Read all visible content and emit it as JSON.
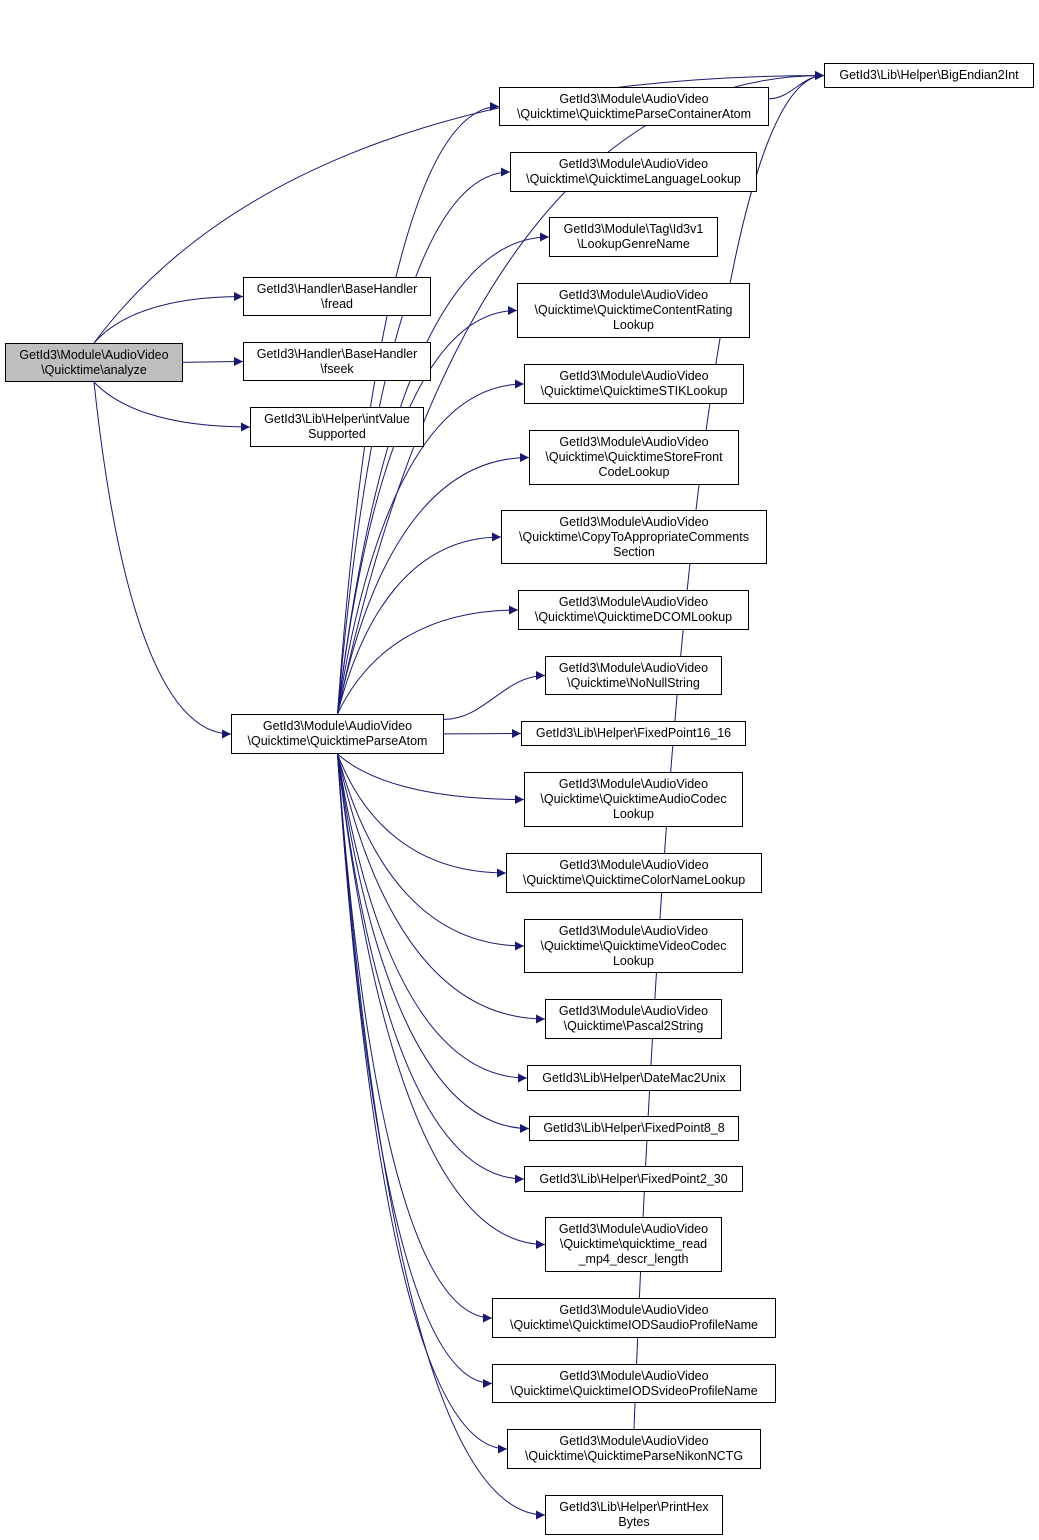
{
  "colors": {
    "edge": "#191970",
    "root_fill": "#bfbfbf",
    "node_fill": "#ffffff",
    "border": "#000000"
  },
  "nodes": {
    "analyze": [
      "GetId3\\Module\\AudioVideo",
      "\\Quicktime\\analyze"
    ],
    "bigendian2int": [
      "GetId3\\Lib\\Helper\\BigEndian2Int"
    ],
    "fread": [
      "GetId3\\Handler\\BaseHandler",
      "\\fread"
    ],
    "fseek": [
      "GetId3\\Handler\\BaseHandler",
      "\\fseek"
    ],
    "intvaluesupported": [
      "GetId3\\Lib\\Helper\\intValue",
      "Supported"
    ],
    "quicktimeparseatom": [
      "GetId3\\Module\\AudioVideo",
      "\\Quicktime\\QuicktimeParseAtom"
    ],
    "parsecontaineratom": [
      "GetId3\\Module\\AudioVideo",
      "\\Quicktime\\QuicktimeParseContainerAtom"
    ],
    "languagelookup": [
      "GetId3\\Module\\AudioVideo",
      "\\Quicktime\\QuicktimeLanguageLookup"
    ],
    "lookupgenrename": [
      "GetId3\\Module\\Tag\\Id3v1",
      "\\LookupGenreName"
    ],
    "contentratinglookup": [
      "GetId3\\Module\\AudioVideo",
      "\\Quicktime\\QuicktimeContentRating",
      "Lookup"
    ],
    "stiklookup": [
      "GetId3\\Module\\AudioVideo",
      "\\Quicktime\\QuicktimeSTIKLookup"
    ],
    "storefrontcodelookup": [
      "GetId3\\Module\\AudioVideo",
      "\\Quicktime\\QuicktimeStoreFront",
      "CodeLookup"
    ],
    "copytocomments": [
      "GetId3\\Module\\AudioVideo",
      "\\Quicktime\\CopyToAppropriateComments",
      "Section"
    ],
    "dcomlookup": [
      "GetId3\\Module\\AudioVideo",
      "\\Quicktime\\QuicktimeDCOMLookup"
    ],
    "nonullstring": [
      "GetId3\\Module\\AudioVideo",
      "\\Quicktime\\NoNullString"
    ],
    "fixedpoint16_16": [
      "GetId3\\Lib\\Helper\\FixedPoint16_16"
    ],
    "audiocodeclookup": [
      "GetId3\\Module\\AudioVideo",
      "\\Quicktime\\QuicktimeAudioCodec",
      "Lookup"
    ],
    "colornamelookup": [
      "GetId3\\Module\\AudioVideo",
      "\\Quicktime\\QuicktimeColorNameLookup"
    ],
    "videocodeclookup": [
      "GetId3\\Module\\AudioVideo",
      "\\Quicktime\\QuicktimeVideoCodec",
      "Lookup"
    ],
    "pascal2string": [
      "GetId3\\Module\\AudioVideo",
      "\\Quicktime\\Pascal2String"
    ],
    "datemac2unix": [
      "GetId3\\Lib\\Helper\\DateMac2Unix"
    ],
    "fixedpoint8_8": [
      "GetId3\\Lib\\Helper\\FixedPoint8_8"
    ],
    "fixedpoint2_30": [
      "GetId3\\Lib\\Helper\\FixedPoint2_30"
    ],
    "readmp4descrlength": [
      "GetId3\\Module\\AudioVideo",
      "\\Quicktime\\quicktime_read",
      "_mp4_descr_length"
    ],
    "iodsaudioprofilename": [
      "GetId3\\Module\\AudioVideo",
      "\\Quicktime\\QuicktimeIODSaudioProfileName"
    ],
    "iodsvideoprofilename": [
      "GetId3\\Module\\AudioVideo",
      "\\Quicktime\\QuicktimeIODSvideoProfileName"
    ],
    "parsenikonnctg": [
      "GetId3\\Module\\AudioVideo",
      "\\Quicktime\\QuicktimeParseNikonNCTG"
    ],
    "printhexbytes": [
      "GetId3\\Lib\\Helper\\PrintHex",
      "Bytes"
    ]
  },
  "edges": [
    [
      "analyze",
      "bigendian2int"
    ],
    [
      "analyze",
      "fread"
    ],
    [
      "analyze",
      "fseek"
    ],
    [
      "analyze",
      "intvaluesupported"
    ],
    [
      "analyze",
      "quicktimeparseatom"
    ],
    [
      "quicktimeparseatom",
      "bigendian2int"
    ],
    [
      "quicktimeparseatom",
      "parsecontaineratom"
    ],
    [
      "quicktimeparseatom",
      "languagelookup"
    ],
    [
      "quicktimeparseatom",
      "lookupgenrename"
    ],
    [
      "quicktimeparseatom",
      "contentratinglookup"
    ],
    [
      "quicktimeparseatom",
      "stiklookup"
    ],
    [
      "quicktimeparseatom",
      "storefrontcodelookup"
    ],
    [
      "quicktimeparseatom",
      "copytocomments"
    ],
    [
      "quicktimeparseatom",
      "dcomlookup"
    ],
    [
      "quicktimeparseatom",
      "nonullstring"
    ],
    [
      "quicktimeparseatom",
      "fixedpoint16_16"
    ],
    [
      "quicktimeparseatom",
      "audiocodeclookup"
    ],
    [
      "quicktimeparseatom",
      "colornamelookup"
    ],
    [
      "quicktimeparseatom",
      "videocodeclookup"
    ],
    [
      "quicktimeparseatom",
      "pascal2string"
    ],
    [
      "quicktimeparseatom",
      "datemac2unix"
    ],
    [
      "quicktimeparseatom",
      "fixedpoint8_8"
    ],
    [
      "quicktimeparseatom",
      "fixedpoint2_30"
    ],
    [
      "quicktimeparseatom",
      "readmp4descrlength"
    ],
    [
      "quicktimeparseatom",
      "iodsaudioprofilename"
    ],
    [
      "quicktimeparseatom",
      "iodsvideoprofilename"
    ],
    [
      "quicktimeparseatom",
      "parsenikonnctg"
    ],
    [
      "quicktimeparseatom",
      "printhexbytes"
    ],
    [
      "parsecontaineratom",
      "bigendian2int"
    ],
    [
      "parsenikonnctg",
      "bigendian2int"
    ]
  ]
}
